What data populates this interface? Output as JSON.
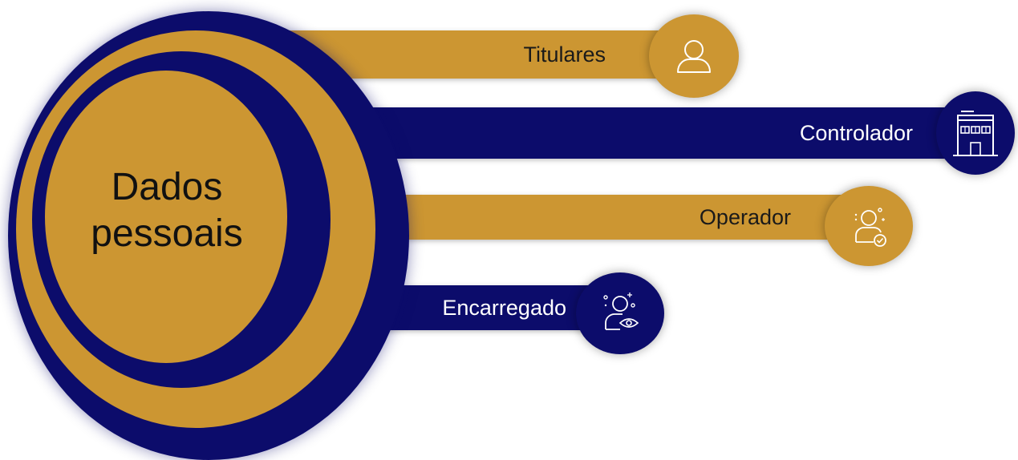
{
  "colors": {
    "gold": "#cc9632",
    "navy": "#0c0c6b"
  },
  "center": {
    "line1": "Dados",
    "line2": "pessoais"
  },
  "branches": [
    {
      "label": "Titulares",
      "icon": "user-icon"
    },
    {
      "label": "Controlador",
      "icon": "building-icon"
    },
    {
      "label": "Operador",
      "icon": "user-check-icon"
    },
    {
      "label": "Encarregado",
      "icon": "user-eye-icon"
    }
  ]
}
